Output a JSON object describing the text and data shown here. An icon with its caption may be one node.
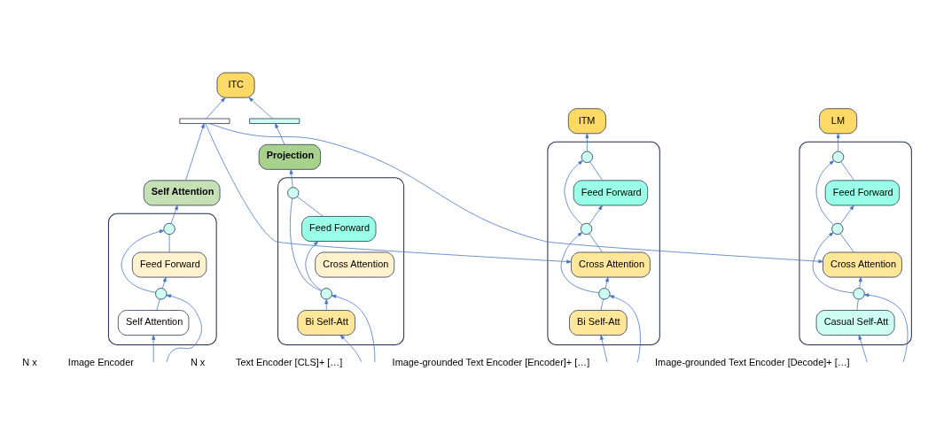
{
  "diagram": {
    "nodes": [
      {
        "text": [
          "ITC"
        ]
      },
      {
        "text": [],
        "shape": "bar"
      },
      {
        "text": [],
        "shape": "bar"
      },
      {
        "text": [
          "Self Attention"
        ]
      },
      {
        "text": [
          "Projection"
        ]
      },
      {
        "text": [
          "ITM"
        ]
      },
      {
        "text": [
          "LM"
        ]
      },
      {
        "text": [],
        "shape": "box"
      },
      {
        "text": [],
        "shape": "circle",
        "in": 7
      },
      {
        "text": [
          "Feed Forward"
        ],
        "in": 7
      },
      {
        "text": [],
        "shape": "circle",
        "in": 7
      },
      {
        "text": [
          "Self Attention"
        ],
        "in": 7
      },
      {
        "text": [],
        "shape": "box"
      },
      {
        "text": [],
        "shape": "circle",
        "in": 12
      },
      {
        "text": [
          "Feed Forward"
        ],
        "in": 12
      },
      {
        "text": [
          "Cross Attention"
        ],
        "in": 12
      },
      {
        "text": [],
        "shape": "circle",
        "in": 12
      },
      {
        "text": [
          "Bi Self-Att"
        ],
        "in": 12
      },
      {
        "text": [],
        "shape": "box"
      },
      {
        "text": [],
        "shape": "circle",
        "in": 18
      },
      {
        "text": [
          "Feed Forward"
        ],
        "in": 18
      },
      {
        "text": [],
        "shape": "circle",
        "in": 18
      },
      {
        "text": [
          "Cross Attention"
        ],
        "in": 18
      },
      {
        "text": [],
        "shape": "circle",
        "in": 18
      },
      {
        "text": [
          "Bi Self-Att"
        ],
        "in": 18
      },
      {
        "text": [],
        "shape": "box"
      },
      {
        "text": [],
        "shape": "circle",
        "in": 25
      },
      {
        "text": [
          "Feed Forward"
        ],
        "in": 25
      },
      {
        "text": [],
        "shape": "circle",
        "in": 25
      },
      {
        "text": [
          "Cross Attention"
        ],
        "in": 25
      },
      {
        "text": [],
        "shape": "circle",
        "in": 25
      },
      {
        "text": [
          "Casual Self-Att"
        ],
        "in": 25
      }
    ],
    "edges": [
      {
        "from": null,
        "to": 11,
        "arrow": "to"
      },
      {
        "from": null,
        "to": 10,
        "arrow": "to"
      },
      {
        "from": 11,
        "to": 10,
        "arrow": "none"
      },
      {
        "from": 10,
        "to": 9,
        "arrow": "to"
      },
      {
        "from": 10,
        "to": 8,
        "arrow": "to"
      },
      {
        "from": 9,
        "to": 8,
        "arrow": "none"
      },
      {
        "from": 8,
        "to": 3,
        "arrow": "to"
      },
      {
        "from": 3,
        "to": 1,
        "arrow": "to"
      },
      {
        "from": 1,
        "to": 0,
        "arrow": "to"
      },
      {
        "from": null,
        "to": 17,
        "arrow": "to"
      },
      {
        "from": null,
        "to": 16,
        "arrow": "to"
      },
      {
        "from": 17,
        "to": 16,
        "arrow": "to"
      },
      {
        "from": 16,
        "to": 14,
        "arrow": "to"
      },
      {
        "from": 16,
        "to": 13,
        "arrow": "none"
      },
      {
        "from": 14,
        "to": 13,
        "arrow": "none"
      },
      {
        "from": 13,
        "to": 4,
        "arrow": "to"
      },
      {
        "from": 4,
        "to": 2,
        "arrow": "to"
      },
      {
        "from": 2,
        "to": 0,
        "arrow": "to"
      },
      {
        "from": null,
        "to": 24,
        "arrow": "to"
      },
      {
        "from": null,
        "to": 23,
        "arrow": "to"
      },
      {
        "from": 24,
        "to": 23,
        "arrow": "none"
      },
      {
        "from": 23,
        "to": 22,
        "arrow": "to"
      },
      {
        "from": 23,
        "to": 21,
        "arrow": "to"
      },
      {
        "from": 22,
        "to": 21,
        "arrow": "none"
      },
      {
        "from": 21,
        "to": 20,
        "arrow": "to"
      },
      {
        "from": 21,
        "to": 19,
        "arrow": "to"
      },
      {
        "from": 20,
        "to": 19,
        "arrow": "none"
      },
      {
        "from": 19,
        "to": 5,
        "arrow": "to"
      },
      {
        "from": 1,
        "to": 22,
        "arrow": "to"
      },
      {
        "from": null,
        "to": 31,
        "arrow": "to"
      },
      {
        "from": null,
        "to": 30,
        "arrow": "to"
      },
      {
        "from": 31,
        "to": 30,
        "arrow": "none"
      },
      {
        "from": 30,
        "to": 29,
        "arrow": "to"
      },
      {
        "from": 30,
        "to": 28,
        "arrow": "to"
      },
      {
        "from": 29,
        "to": 28,
        "arrow": "none"
      },
      {
        "from": 28,
        "to": 27,
        "arrow": "to"
      },
      {
        "from": 28,
        "to": 26,
        "arrow": "to"
      },
      {
        "from": 27,
        "to": 26,
        "arrow": "none"
      },
      {
        "from": 26,
        "to": 6,
        "arrow": "to"
      },
      {
        "from": 1,
        "to": 29,
        "arrow": "to"
      }
    ],
    "labels": [
      "N x",
      "Image Encoder",
      "N x",
      "Text Encoder [CLS]+ […]",
      "Image-grounded Text Encoder [Encoder]+ […]",
      "Image-grounded Text Encoder [Decode]+ […]"
    ]
  }
}
